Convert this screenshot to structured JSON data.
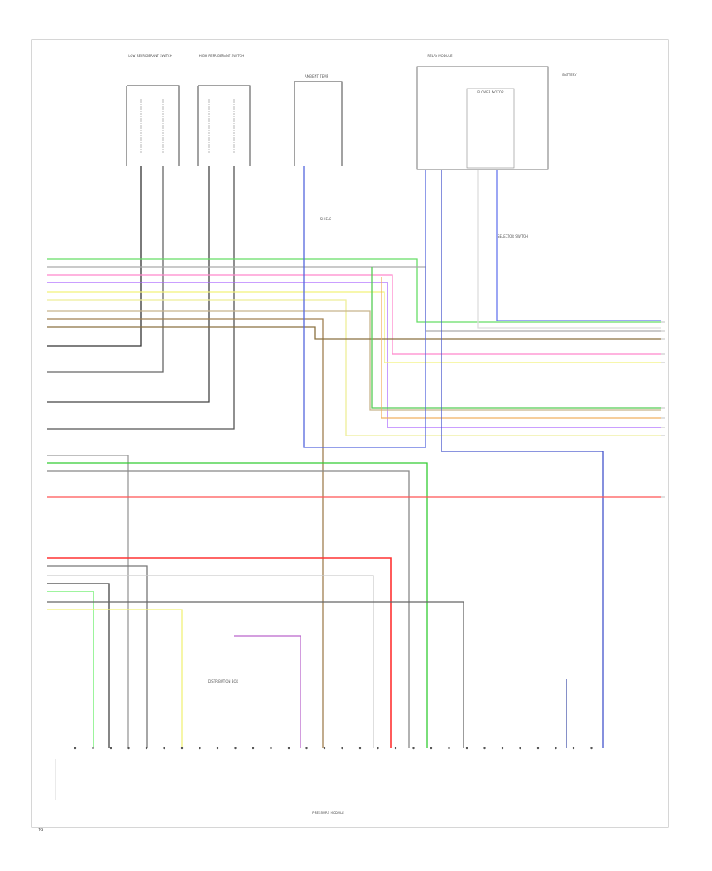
{
  "diagram": {
    "bottom_module_label": "PRESSURE MODULE",
    "page_number": "19",
    "colors": {
      "frame": "#bbbbbb",
      "black": "#333333",
      "gray": "#9a9a9a",
      "green": "#33cc33",
      "lightgreen": "#99ee99",
      "pink": "#ff88cc",
      "violet": "#aa55ff",
      "yellow": "#f2f27a",
      "brown": "#a08050",
      "tan": "#c8b48c",
      "orange": "#f0b060",
      "red": "#ff4444",
      "blue": "#5566dd",
      "olive": "#8a8a50"
    },
    "top_components": [
      {
        "id": "comp-a",
        "label": "LOW REFRIGERANT SWITCH"
      },
      {
        "id": "comp-b",
        "label": "HIGH REFRIGERANT SWITCH"
      },
      {
        "id": "comp-c",
        "label": "AMBIENT TEMP"
      },
      {
        "id": "comp-d",
        "label": "BLOWER MOTOR"
      },
      {
        "id": "comp-e",
        "label": "RELAY MODULE"
      },
      {
        "id": "comp-f",
        "label": "BATTERY"
      }
    ],
    "side_notes": [
      "SHIELD",
      "DISTRIBUTION BOX",
      "SELECTOR SWITCH"
    ]
  }
}
